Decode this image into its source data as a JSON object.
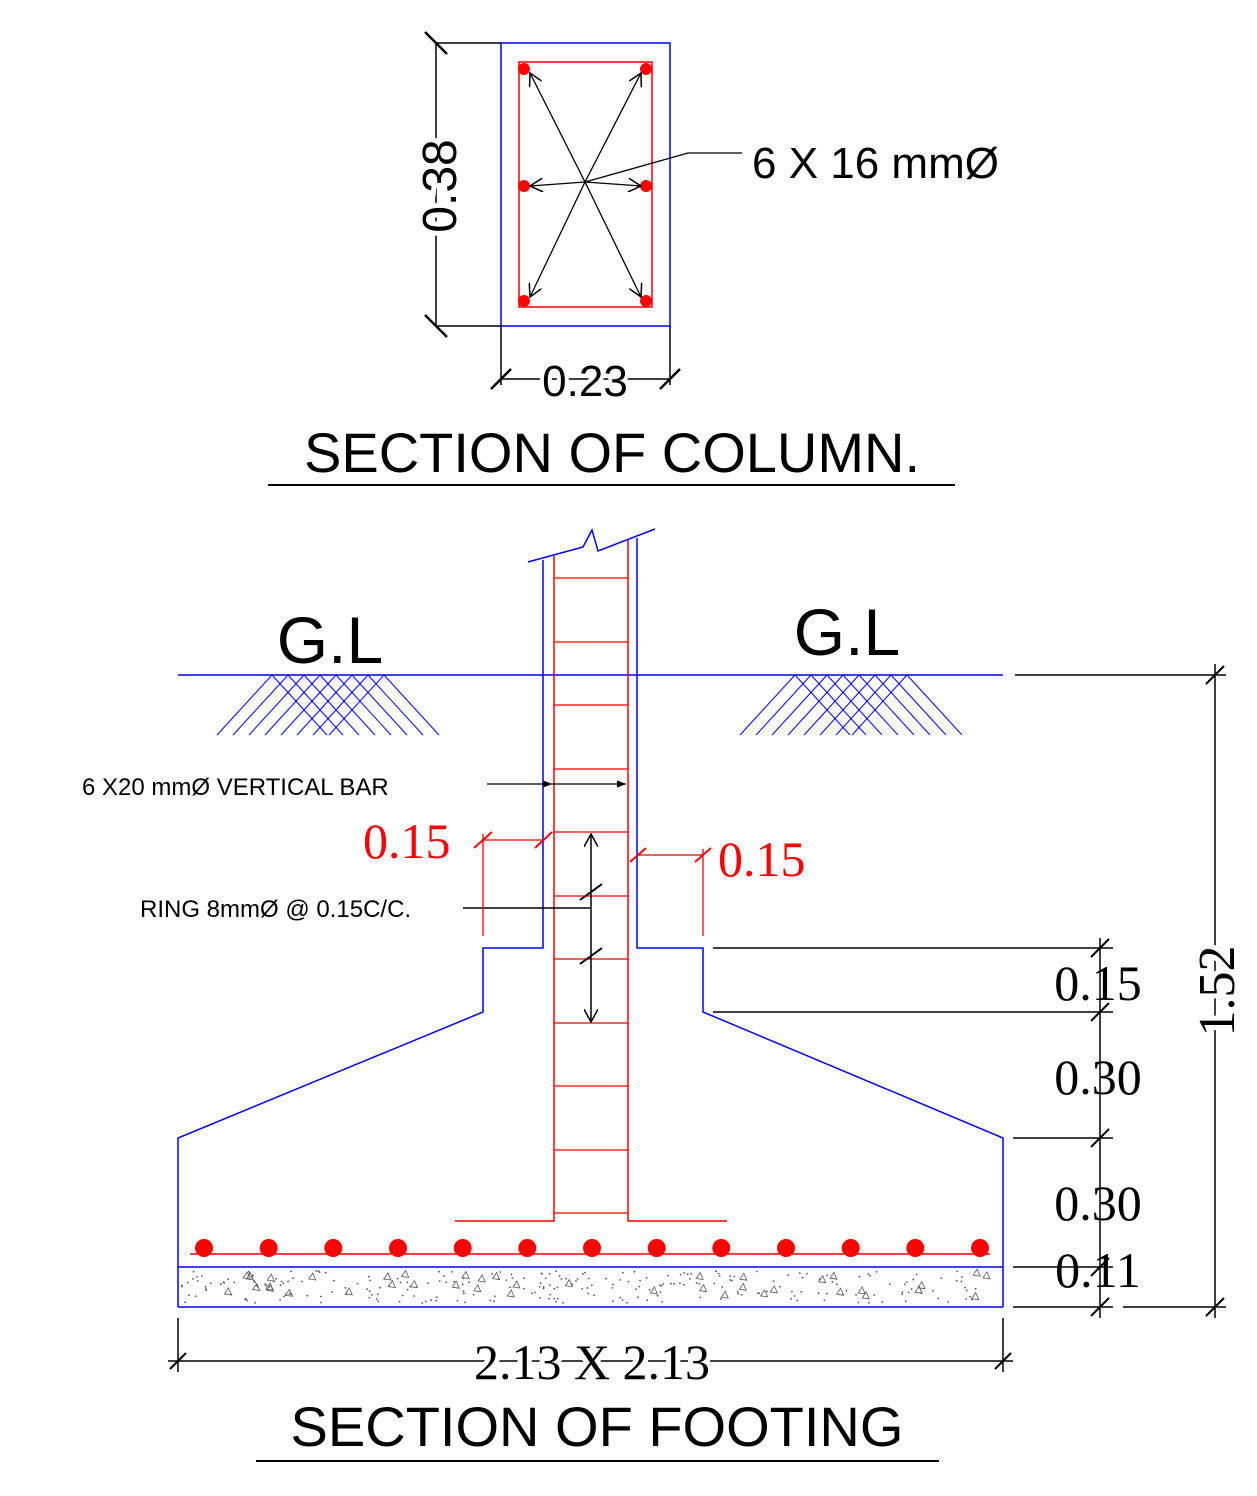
{
  "colors": {
    "concrete": "#0000ff",
    "steel": "#ff0000",
    "dimension": "#000000",
    "cover_label": "#ff0000"
  },
  "column_section": {
    "title": "SECTION OF COLUMN.",
    "height_dim": "0.38",
    "width_dim": "0.23",
    "bar_label": "6 X 16 mmØ",
    "bar_count": 6
  },
  "footing_section": {
    "title": "SECTION OF FOOTING",
    "ground_label_left": "G.L",
    "ground_label_right": "G.L",
    "vertical_bar_label": "6 X20 mmØ VERTICAL BAR",
    "ring_label": "RING 8mmØ @ 0.15C/C.",
    "cover_left": "0.15",
    "cover_right": "0.15",
    "depth_dims": [
      "0.15",
      "0.30",
      "0.30",
      "0.11"
    ],
    "total_depth": "1.52",
    "plan_size": "2.13 X 2.13",
    "bottom_bar_count": 13
  }
}
